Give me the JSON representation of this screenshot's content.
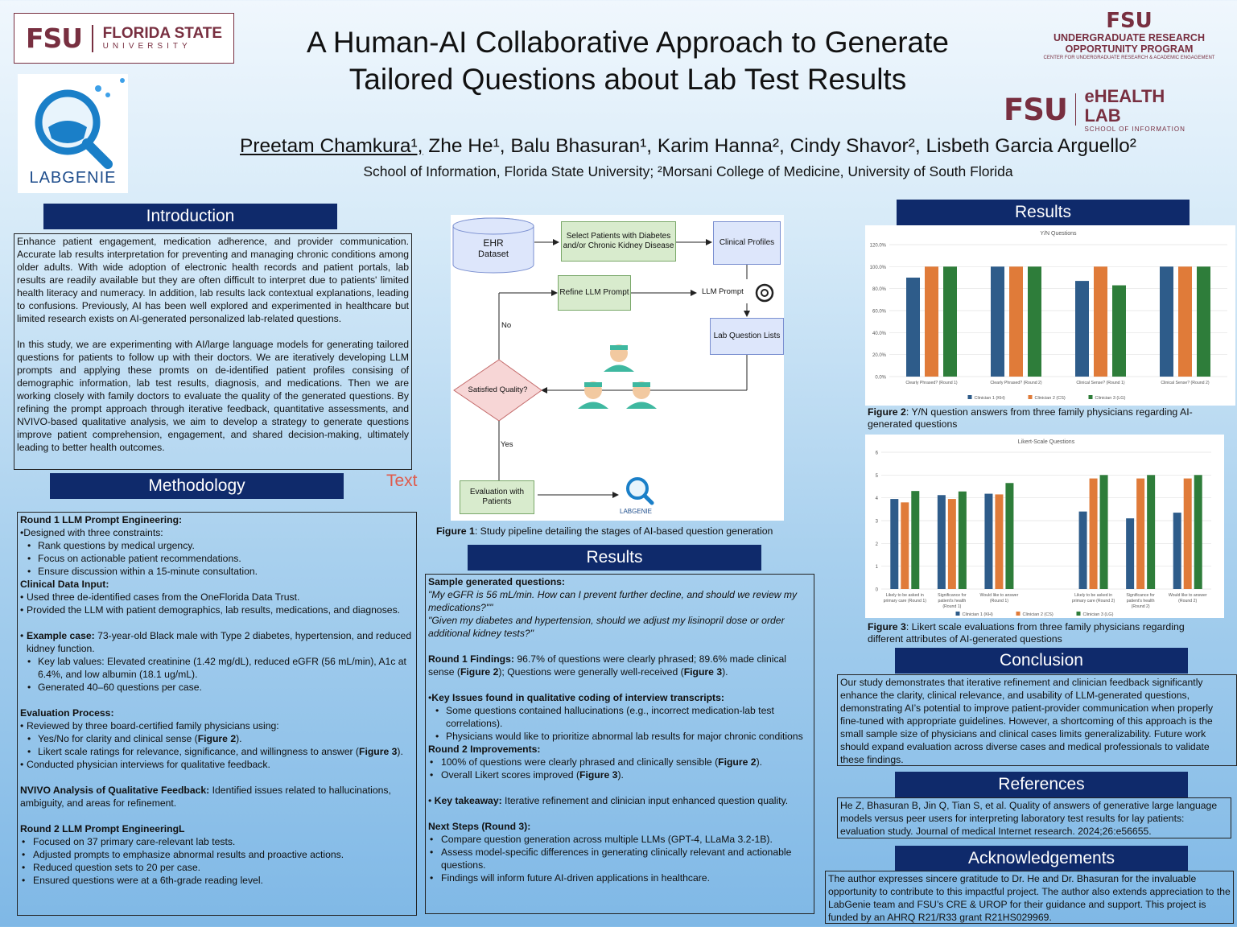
{
  "header": {
    "fsu_logo": "FSU",
    "fsu_name": "FLORIDA STATE",
    "fsu_sub": "UNIVERSITY",
    "title_line1": "A Human-AI Collaborative Approach to Generate",
    "title_line2": "Tailored Questions about Lab Test Results",
    "urop_fsu": "FSU",
    "urop_l1": "UNDERGRADUATE RESEARCH",
    "urop_l2": "OPPORTUNITY PROGRAM",
    "urop_l3": "CENTER FOR UNDERGRADUATE RESEARCH & ACADEMIC ENGAGEMENT",
    "ehealth_fsu": "FSU",
    "ehealth_name": "eHEALTH LAB",
    "ehealth_sub": "SCHOOL OF INFORMATION",
    "labgenie_text": "LABGENIE",
    "author_first": "Preetam Chamkura¹,",
    "authors_rest": " Zhe He¹, Balu Bhasuran¹, Karim Hanna², Cindy Shavor², Lisbeth Garcia Arguello²",
    "affiliations": "School of Information, Florida State University; ²Morsani College of Medicine, University of South Florida"
  },
  "intro": {
    "heading": "Introduction",
    "p1": "Enhance patient engagement, medication adherence, and provider communication. Accurate lab results interpretation for preventing and managing chronic conditions among older adults.  With wide adoption of electronic health records and patient portals, lab results are readily available but they are often difficult to interpret due to patients' limited health literacy and numeracy. In addition, lab results lack contextual explanations, leading to confusions. Previously, AI has been well explored and experimented in healthcare but limited research exists on AI-generated personalized lab-related questions.",
    "p2": "In this study, we are experimenting with AI/large language models for generating tailored questions for patients to follow up with their doctors.  We are iteratively developing LLM prompts and applying these promts on de-identified patient profiles consising of demographic information, lab test results, diagnosis, and medications. Then we are working closely with family doctors to evaluate the quality of the generated questions. By refining the prompt approach through iterative feedback, quantitative assessments, and NVIVO-based qualitative analysis, we aim to develop a strategy to generate questions improve patient comprehension, engagement, and shared decision-making, ultimately leading to better health outcomes."
  },
  "methodology": {
    "heading": "Methodology",
    "stray_text": "Text",
    "r1_title": "Round 1 LLM Prompt Engineering:",
    "r1_lead": "•Designed with three constraints:",
    "r1_items": [
      "Rank questions by medical urgency.",
      "Focus on actionable patient recommendations.",
      "Ensure discussion within a 15-minute consultation."
    ],
    "cdi_title": "Clinical Data Input:",
    "cdi_items": [
      "Used three de-identified cases from the OneFlorida Data Trust.",
      "Provided the LLM with patient demographics, lab results, medications, and diagnoses."
    ],
    "ex_title": "Example case:",
    "ex_text": " 73-year-old Black male with Type 2 diabetes, hypertension, and reduced kidney function.",
    "ex_items": [
      "Key lab values: Elevated creatinine (1.42 mg/dL), reduced eGFR (56 mL/min), A1c at 6.4%, and low albumin (18.1 ug/mL).",
      "Generated 40–60 questions per case."
    ],
    "eval_title": "Evaluation Process:",
    "eval_lead": "Reviewed by three board-certified family physicians using:",
    "eval_i1a": "Yes/No for clarity and clinical sense (",
    "eval_i1b": "Figure 2",
    "eval_i1c": ").",
    "eval_i2a": "Likert scale ratings for relevance, significance, and willingness to answer (",
    "eval_i2b": "Figure 3",
    "eval_i2c": ").",
    "eval_tail": "Conducted physician interviews for qualitative feedback.",
    "nvivo_title": "NVIVO Analysis of Qualitative Feedback:",
    "nvivo_text": " Identified issues related to hallucinations, ambiguity, and areas for refinement.",
    "r2_title": "Round 2 LLM Prompt EngineeringL",
    "r2_items": [
      "Focused on 37 primary care-relevant lab tests.",
      "Adjusted prompts to emphasize abnormal results and proactive actions.",
      "Reduced question sets to 20 per case.",
      "Ensured questions were at a 6th-grade reading level."
    ]
  },
  "pipeline": {
    "ehr_l1": "EHR",
    "ehr_l2": "Dataset",
    "select": "Select Patients with Diabetes and/or Chronic Kidney Disease",
    "profiles": "Clinical Profiles",
    "refine": "Refine LLM Prompt",
    "llm_prompt": "LLM Prompt",
    "lab_lists": "Lab Question Lists",
    "no": "No",
    "yes": "Yes",
    "satisfied": "Satisfied Quality?",
    "eval": "Evaluation with Patients",
    "labgenie": "LABGENIE",
    "caption_b": "Figure 1",
    "caption": ": Study pipeline detailing the stages of AI-based question generation"
  },
  "results_mid": {
    "heading": "Results",
    "sample_title": "Sample generated questions:",
    "q1": "\"My eGFR is 56 mL/min. How can I prevent further decline, and should we review my medications?\"\"",
    "q2": "\"Given my diabetes and hypertension, should we adjust my lisinopril dose or order additional kidney tests?\"",
    "r1f_title": "Round 1 Findings:",
    "r1f_a": " 96.7% of questions were clearly phrased; 89.6% made clinical sense (",
    "r1f_f2": "Figure 2",
    "r1f_b": "); Questions were generally well-received (",
    "r1f_f3": "Figure 3",
    "r1f_c": ").",
    "ki_title": "Key Issues found in qualitative coding of interview transcripts:",
    "ki_items": [
      "Some questions contained hallucinations (e.g., incorrect medication-lab test correlations).",
      "Physicians would like to prioritize abnormal lab results for major chronic conditions"
    ],
    "r2i_title": "Round 2 Improvements:",
    "r2i_1a": "100% of questions were clearly phrased and clinically sensible (",
    "r2i_1b": "Figure 2",
    "r2i_1c": ").",
    "r2i_2a": "Overall Likert scores improved (",
    "r2i_2b": "Figure 3",
    "r2i_2c": ").",
    "kt_title": "Key takeaway:",
    "kt_text": " Iterative refinement and clinician input enhanced question quality.",
    "ns_title": "Next Steps (Round 3):",
    "ns_items": [
      "Compare question generation across multiple LLMs (GPT-4, LLaMa 3.2-1B).",
      "Assess model-specific differences in generating clinically relevant and actionable questions.",
      "Findings will inform future AI-driven applications in healthcare."
    ]
  },
  "results_right": {
    "heading": "Results",
    "fig2_b": "Figure 2",
    "fig2_caption": ": Y/N question answers from three family physicians regarding AI-generated questions",
    "fig3_b": "Figure 3",
    "fig3_caption": ": Likert scale evaluations from three family physicians regarding different attributes of AI-generated questions"
  },
  "conclusion": {
    "heading": "Conclusion",
    "text": "Our study demonstrates that iterative refinement and clinician feedback significantly enhance the clarity, clinical relevance, and usability of LLM-generated questions, demonstrating AI’s potential to improve patient-provider communication when properly fine-tuned with appropriate guidelines.  However, a shortcoming of this approach is the small sample size of physicians and clinical cases limits generalizability.  Future work should expand evaluation across diverse cases and medical professionals to validate these findings."
  },
  "references": {
    "heading": "References",
    "text": "He Z, Bhasuran B, Jin Q, Tian S, et al. Quality of answers of generative large language models versus peer users for interpreting laboratory test results for lay patients: evaluation study. Journal of medical Internet research. 2024;26:e56655."
  },
  "acknowledgements": {
    "heading": "Acknowledgements",
    "text": "The author expresses sincere gratitude to Dr. He and Dr. Bhasuran for the invaluable opportunity to contribute to this impactful project. The author also extends appreciation to the LabGenie team and FSU’s CRE & UROP for their guidance and support. This project is funded by an AHRQ R21/R33 grant R21HS029969."
  },
  "colors": {
    "navy": "#0f2a6b",
    "garnet": "#782f40",
    "clin1": "#2e5c8a",
    "clin2": "#e07b39",
    "clin3": "#2e7d3a"
  },
  "chart_data": [
    {
      "type": "bar",
      "title": "Y/N Questions",
      "categories": [
        "Clearly Phrased? (Round 1)",
        "Clearly Phrased? (Round 2)",
        "Clinical Sense? (Round 1)",
        "Clinical Sense? (Round 2)"
      ],
      "series": [
        {
          "name": "Clinician 1 (KH)",
          "values": [
            0.9,
            1.0,
            0.87,
            1.0
          ]
        },
        {
          "name": "Clinician 2 (CS)",
          "values": [
            1.0,
            1.0,
            1.0,
            1.0
          ]
        },
        {
          "name": "Clinician 3 (LG)",
          "values": [
            1.0,
            1.0,
            0.83,
            1.0
          ]
        }
      ],
      "ylim": [
        0,
        1.2
      ],
      "yticks": [
        "0.0%",
        "20.0%",
        "40.0%",
        "60.0%",
        "80.0%",
        "100.0%",
        "120.0%"
      ],
      "legend": "bottom"
    },
    {
      "type": "bar",
      "title": "Likert-Scale Questions",
      "categories": [
        "Likely to be asked in primary care (Round 1)",
        "Significance for patient's health (Round 1)",
        "Would like to answer (Round 1)",
        "",
        "Likely to be asked in primary care (Round 2)",
        "Significance for patient's health (Round 2)",
        "Would like to answer (Round 2)"
      ],
      "series": [
        {
          "name": "Clinician 1 (KH)",
          "values": [
            3.95,
            4.12,
            4.18,
            null,
            3.4,
            3.1,
            3.35
          ]
        },
        {
          "name": "Clinician 2 (CS)",
          "values": [
            3.8,
            3.95,
            4.15,
            null,
            4.85,
            4.85,
            4.85
          ]
        },
        {
          "name": "Clinician 3 (LG)",
          "values": [
            4.3,
            4.28,
            4.65,
            null,
            5.0,
            5.0,
            5.0
          ]
        }
      ],
      "ylim": [
        0,
        6
      ],
      "yticks": [
        "0",
        "1",
        "2",
        "3",
        "4",
        "5",
        "6"
      ],
      "legend": "bottom"
    }
  ]
}
